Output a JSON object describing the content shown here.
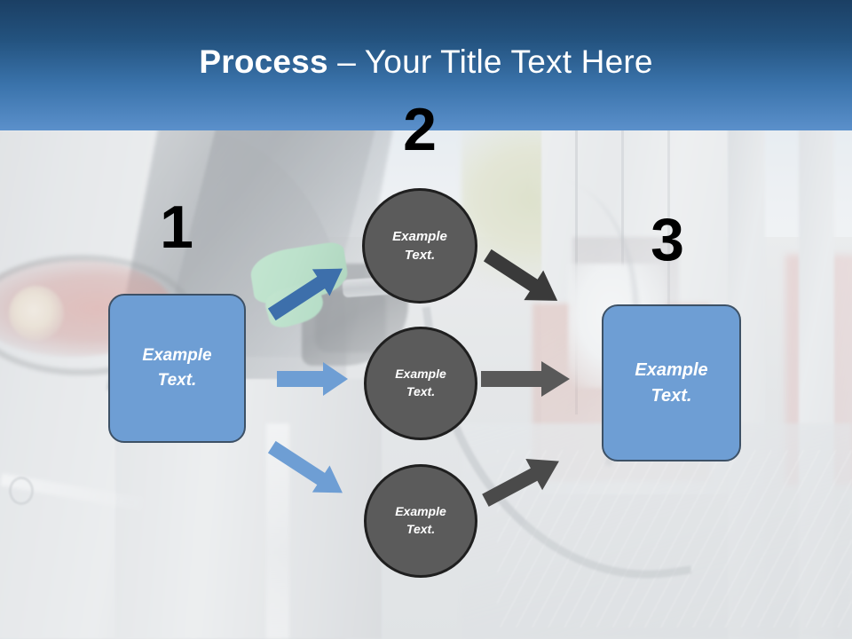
{
  "slide": {
    "title_bold": "Process",
    "title_rest": " – Your Title Text Here",
    "header_color_top": "#1b3f64",
    "header_color_bottom": "#5b90cb",
    "background_description": "gas-station-photo"
  },
  "steps": {
    "number_1": "1",
    "number_2": "2",
    "number_3": "3"
  },
  "boxes": [
    {
      "id": "left",
      "line1": "Example",
      "line2": "Text.",
      "fill": "#6e9ed4",
      "border": "#3d5166"
    },
    {
      "id": "right",
      "line1": "Example",
      "line2": "Text.",
      "fill": "#6e9ed4",
      "border": "#3d5166"
    }
  ],
  "circles": [
    {
      "id": "top",
      "line1": "Example",
      "line2": "Text.",
      "fill": "#5b5b5b",
      "border": "#1f1f1f"
    },
    {
      "id": "middle",
      "line1": "Example",
      "line2": "Text.",
      "fill": "#5b5b5b",
      "border": "#1f1f1f"
    },
    {
      "id": "bottom",
      "line1": "Example",
      "line2": "Text.",
      "fill": "#5b5b5b",
      "border": "#1f1f1f"
    }
  ],
  "arrows": [
    {
      "id": "blue-up",
      "color": "#3d6fab",
      "direction": "up-right"
    },
    {
      "id": "blue-right",
      "color": "#6e9ed4",
      "direction": "right"
    },
    {
      "id": "blue-down",
      "color": "#6e9ed4",
      "direction": "down-right"
    },
    {
      "id": "gray-down",
      "color": "#3a3a3a",
      "direction": "down-right"
    },
    {
      "id": "gray-right",
      "color": "#595959",
      "direction": "right"
    },
    {
      "id": "gray-up",
      "color": "#4a4a4a",
      "direction": "up-right"
    }
  ]
}
